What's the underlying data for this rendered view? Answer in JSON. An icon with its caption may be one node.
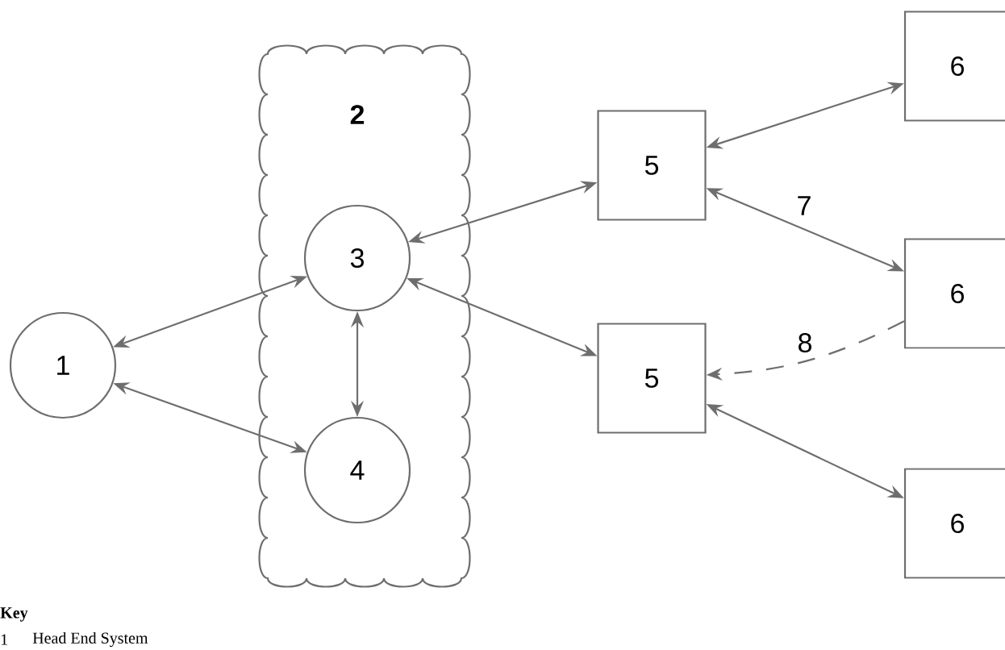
{
  "diagram": {
    "nodes": [
      {
        "text": [
          "1"
        ]
      },
      {
        "text": [
          "2"
        ]
      },
      {
        "text": [
          "3"
        ],
        "in": 1
      },
      {
        "text": [
          "4"
        ],
        "in": 1
      },
      {
        "text": [
          "5"
        ]
      },
      {
        "text": [
          "5"
        ]
      },
      {
        "text": [
          "6"
        ]
      },
      {
        "text": [
          "6"
        ]
      },
      {
        "text": [
          "6"
        ]
      }
    ],
    "edges": [
      {
        "from": 0,
        "to": 2,
        "arrow": "both"
      },
      {
        "from": 0,
        "to": 3,
        "arrow": "both"
      },
      {
        "from": 2,
        "to": 3,
        "arrow": "both"
      },
      {
        "from": 2,
        "to": 4,
        "arrow": "both"
      },
      {
        "from": 2,
        "to": 5,
        "arrow": "both"
      },
      {
        "from": 4,
        "to": 6,
        "arrow": "both"
      },
      {
        "from": 4,
        "to": 7,
        "arrow": "both",
        "label": "7"
      },
      {
        "from": 7,
        "to": 5,
        "arrow": "to",
        "style": "dashed",
        "label": "8"
      },
      {
        "from": 5,
        "to": 8,
        "arrow": "both"
      }
    ],
    "labels": [
      "Key",
      "1",
      "Head End System"
    ]
  }
}
